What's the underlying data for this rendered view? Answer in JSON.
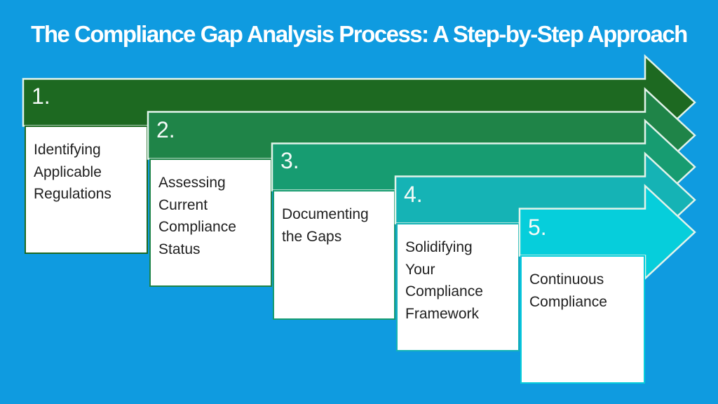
{
  "title": "The Compliance Gap Analysis Process: A Step-by-Step Approach",
  "colors": {
    "background": "#0f9be0",
    "title_text": "#ffffff",
    "arrow_outline": "#e2f3ea",
    "step_number_text": "#f4faf7",
    "card_background": "#ffffff",
    "card_text": "#1f1f1f"
  },
  "steps": [
    {
      "number": "1.",
      "label": "Identifying\nApplicable\nRegulations",
      "color": "#1d6921"
    },
    {
      "number": "2.",
      "label": "Assessing\nCurrent\nCompliance\nStatus",
      "color": "#1f8448"
    },
    {
      "number": "3.",
      "label": "Documenting\nthe Gaps",
      "color": "#179c71"
    },
    {
      "number": "4.",
      "label": "Solidifying\nYour\nCompliance\nFramework",
      "color": "#15b3b5"
    },
    {
      "number": "5.",
      "label": "Continuous\nCompliance",
      "color": "#06cedb"
    }
  ]
}
